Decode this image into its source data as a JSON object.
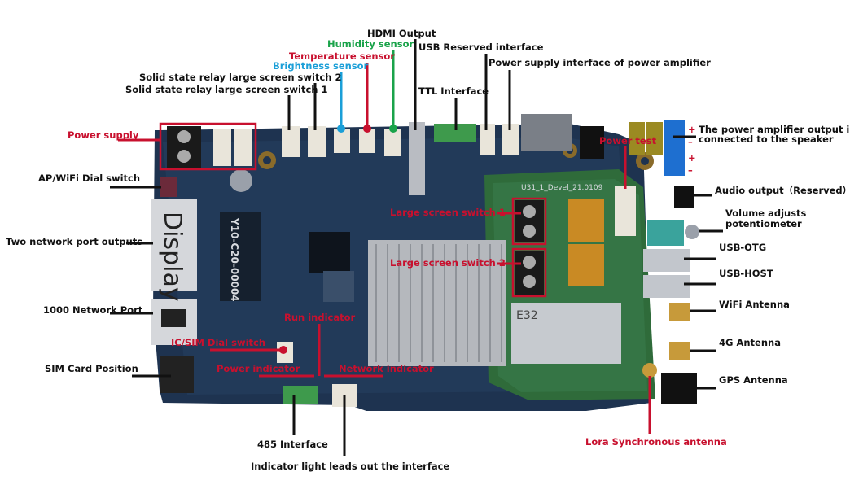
{
  "colors": {
    "black": "#111111",
    "red": "#c8102e",
    "blue": "#1a9fd8",
    "green": "#1aa34a",
    "board": "#1e3350",
    "lora_board": "#2f6b3a"
  },
  "labels": {
    "hdmi_output": "HDMI Output",
    "humidity_sensor": "Humidity sensor",
    "usb_reserved": "USB Reserved interface",
    "temperature_sensor": "Temperature sensor",
    "brightness_sensor": "Brightness sensor",
    "power_amp_supply": "Power supply interface of power amplifier",
    "ssr_switch_2": "Solid state relay large screen switch 2",
    "ssr_switch_1": "Solid state relay large screen switch 1",
    "ttl_interface": "TTL Interface",
    "power_supply": "Power supply",
    "power_test": "Power test",
    "amp_output_line1": "The power amplifier output is",
    "amp_output_line2": "connected to the speaker",
    "ap_wifi_dial": "AP/WiFi Dial switch",
    "audio_output": "Audio output（Reserved）",
    "large_switch_1": "Large screen switch 1",
    "volume_line1": "Volume adjusts",
    "volume_line2": "potentiometer",
    "two_network_ports": "Two network port outputs",
    "usb_otg": "USB-OTG",
    "large_switch_2": "Large screen switch 2",
    "usb_host": "USB-HOST",
    "run_indicator": "Run indicator",
    "wifi_antenna": "WiFi Antenna",
    "network_1000": "1000 Network Port",
    "ic_sim_dial": "IC/SIM Dial switch",
    "antenna_4g": "4G Antenna",
    "power_indicator": "Power indicator",
    "network_indicator": "Network indicator",
    "sim_card": "SIM Card Position",
    "gps_antenna": "GPS Antenna",
    "interface_485": "485 Interface",
    "lora_antenna": "Lora Synchronous antenna",
    "indicator_light": "Indicator light leads out the interface"
  },
  "board_text": {
    "display": "Display",
    "model": "Y10-C20-00004",
    "pcb_version": "U31_1_Devel_21.0109",
    "module": "E32",
    "plus": "+",
    "minus": "–"
  }
}
